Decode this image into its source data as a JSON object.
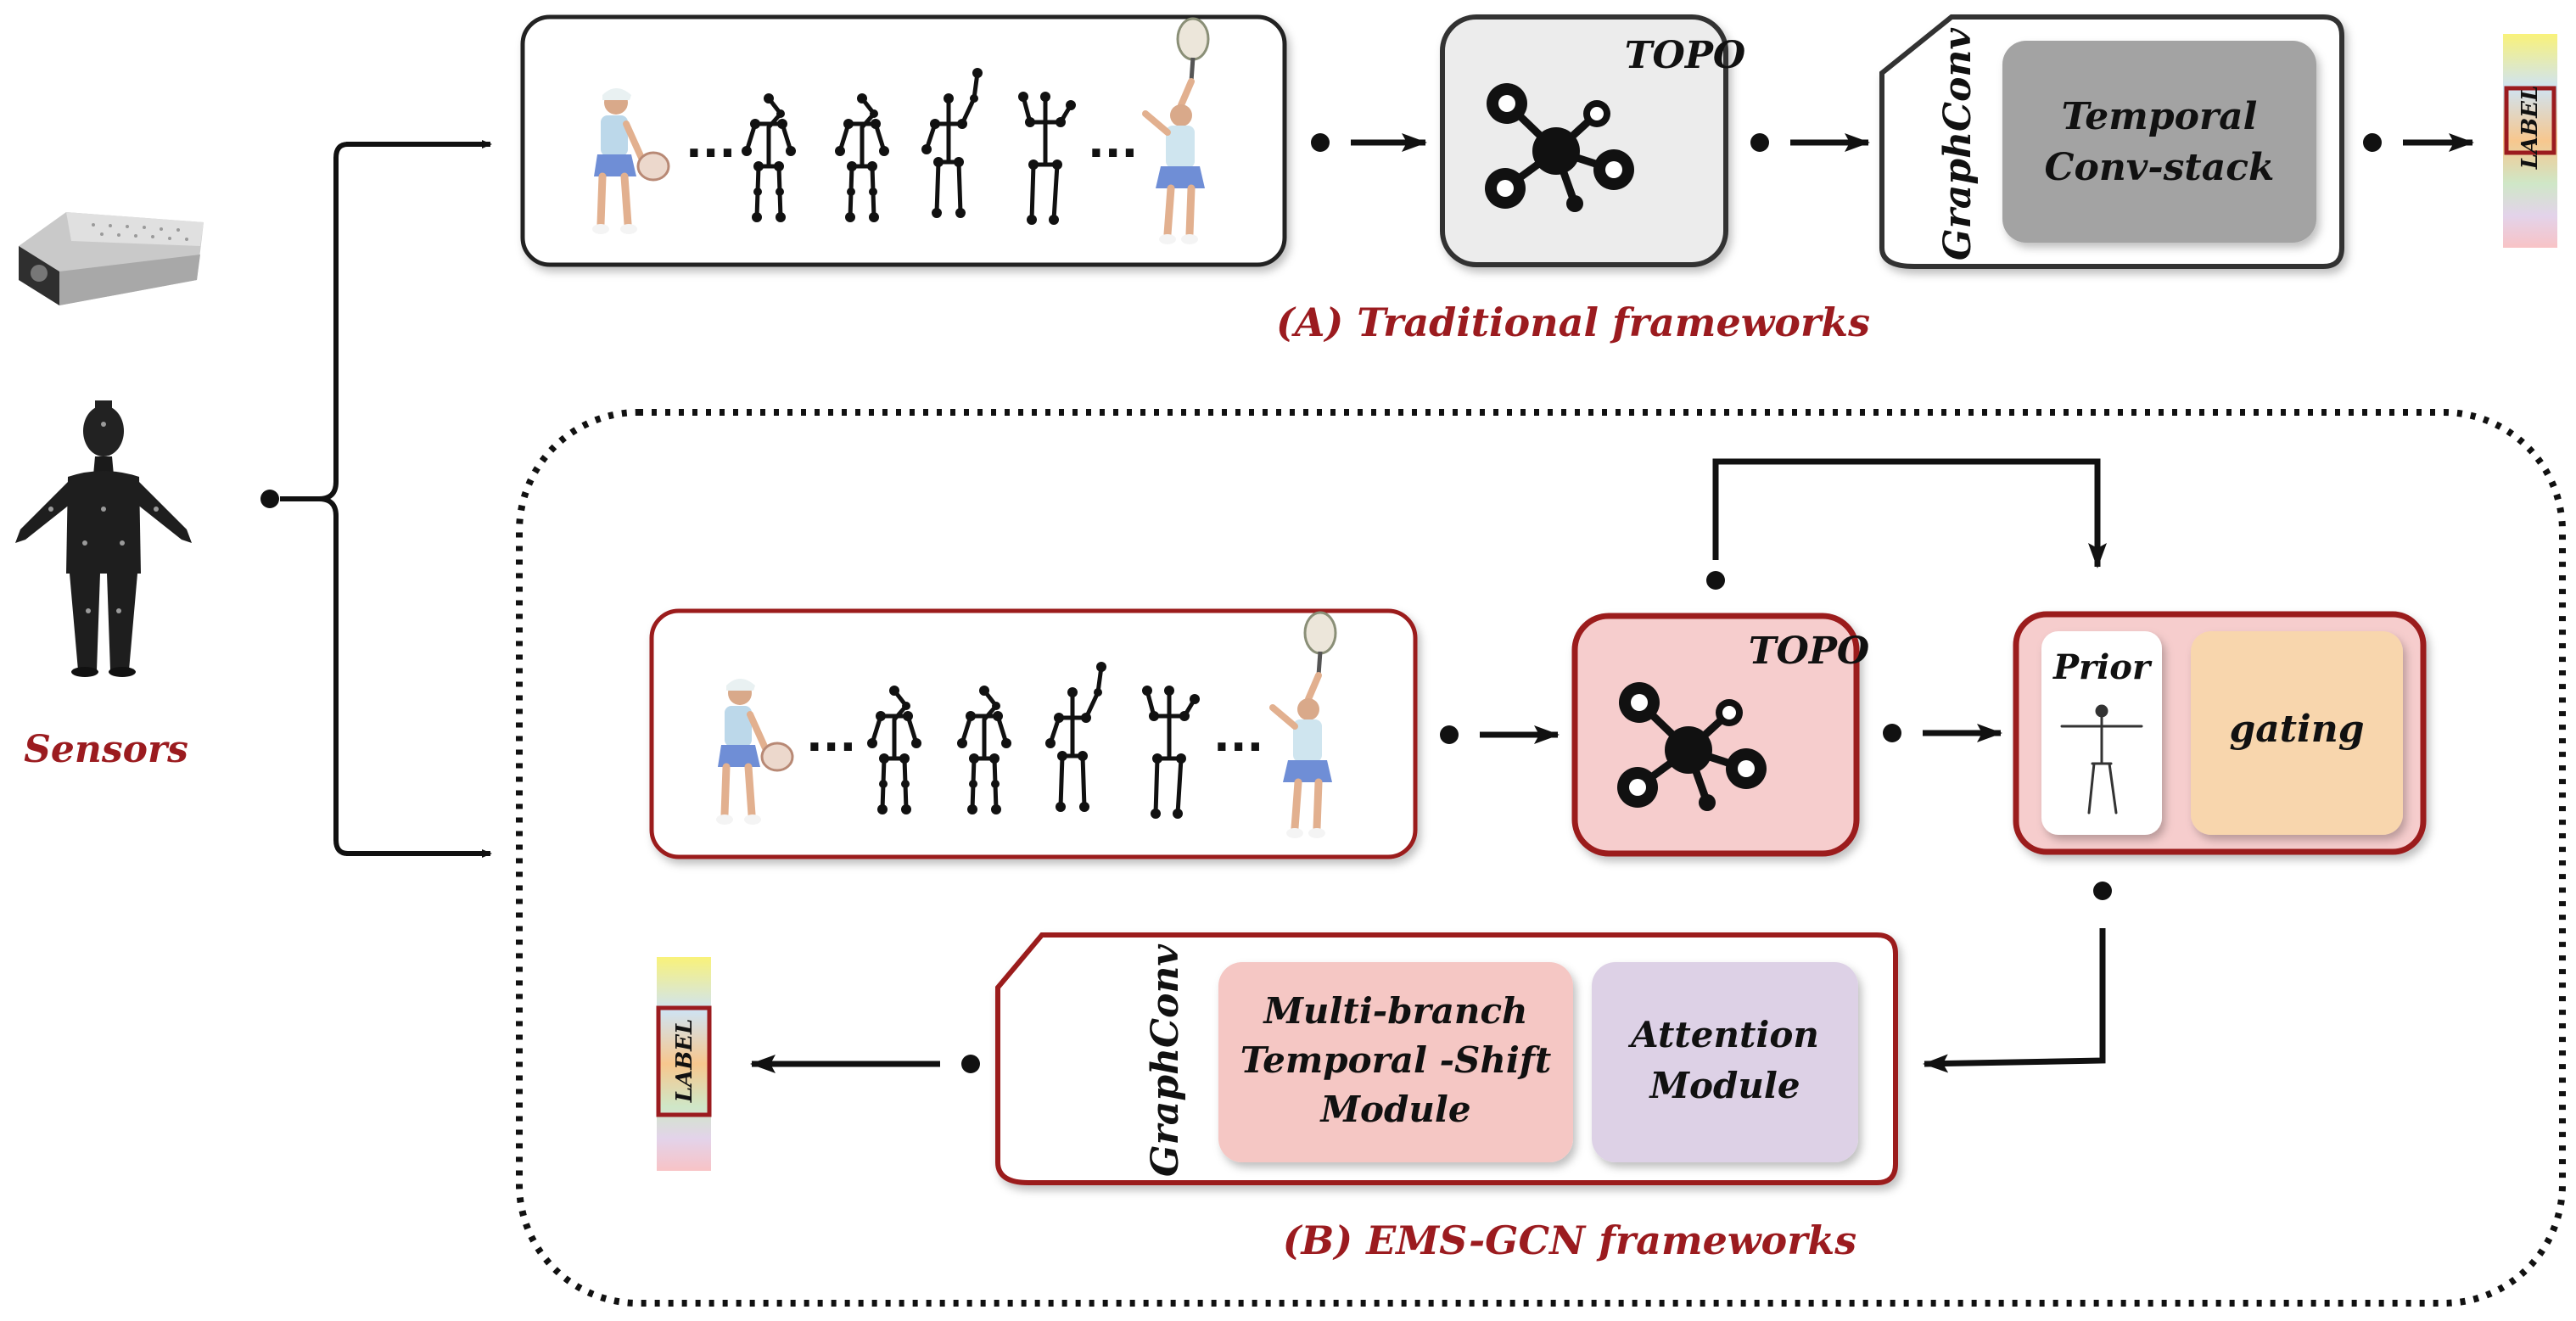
{
  "sensors_label": "Sensors",
  "traditional": {
    "caption": "(A) Traditional frameworks",
    "topo_label": "TOPO",
    "graphconv_label": "GraphConv",
    "temporal_line1": "Temporal",
    "temporal_line2": "Conv-stack",
    "output_label": "LABEL"
  },
  "ems": {
    "caption": "(B) EMS-GCN frameworks",
    "topo_label": "TOPO",
    "prior_label": "Prior",
    "gating_label": "gating",
    "graphconv_label": "GraphConv",
    "mbts_line1": "Multi-branch",
    "mbts_line2": "Temporal -Shift",
    "mbts_line3": "Module",
    "attn_line1": "Attention",
    "attn_line2": "Module",
    "output_label": "LABEL"
  },
  "colors": {
    "dark_red": "#9b1b1f",
    "pink_fill": "#f6cdcd",
    "gray_block": "#a3a3a3",
    "gating_fill": "#f8d6ad",
    "attention_fill": "#ddd1e6",
    "mbts_fill": "#f5c7c4"
  }
}
